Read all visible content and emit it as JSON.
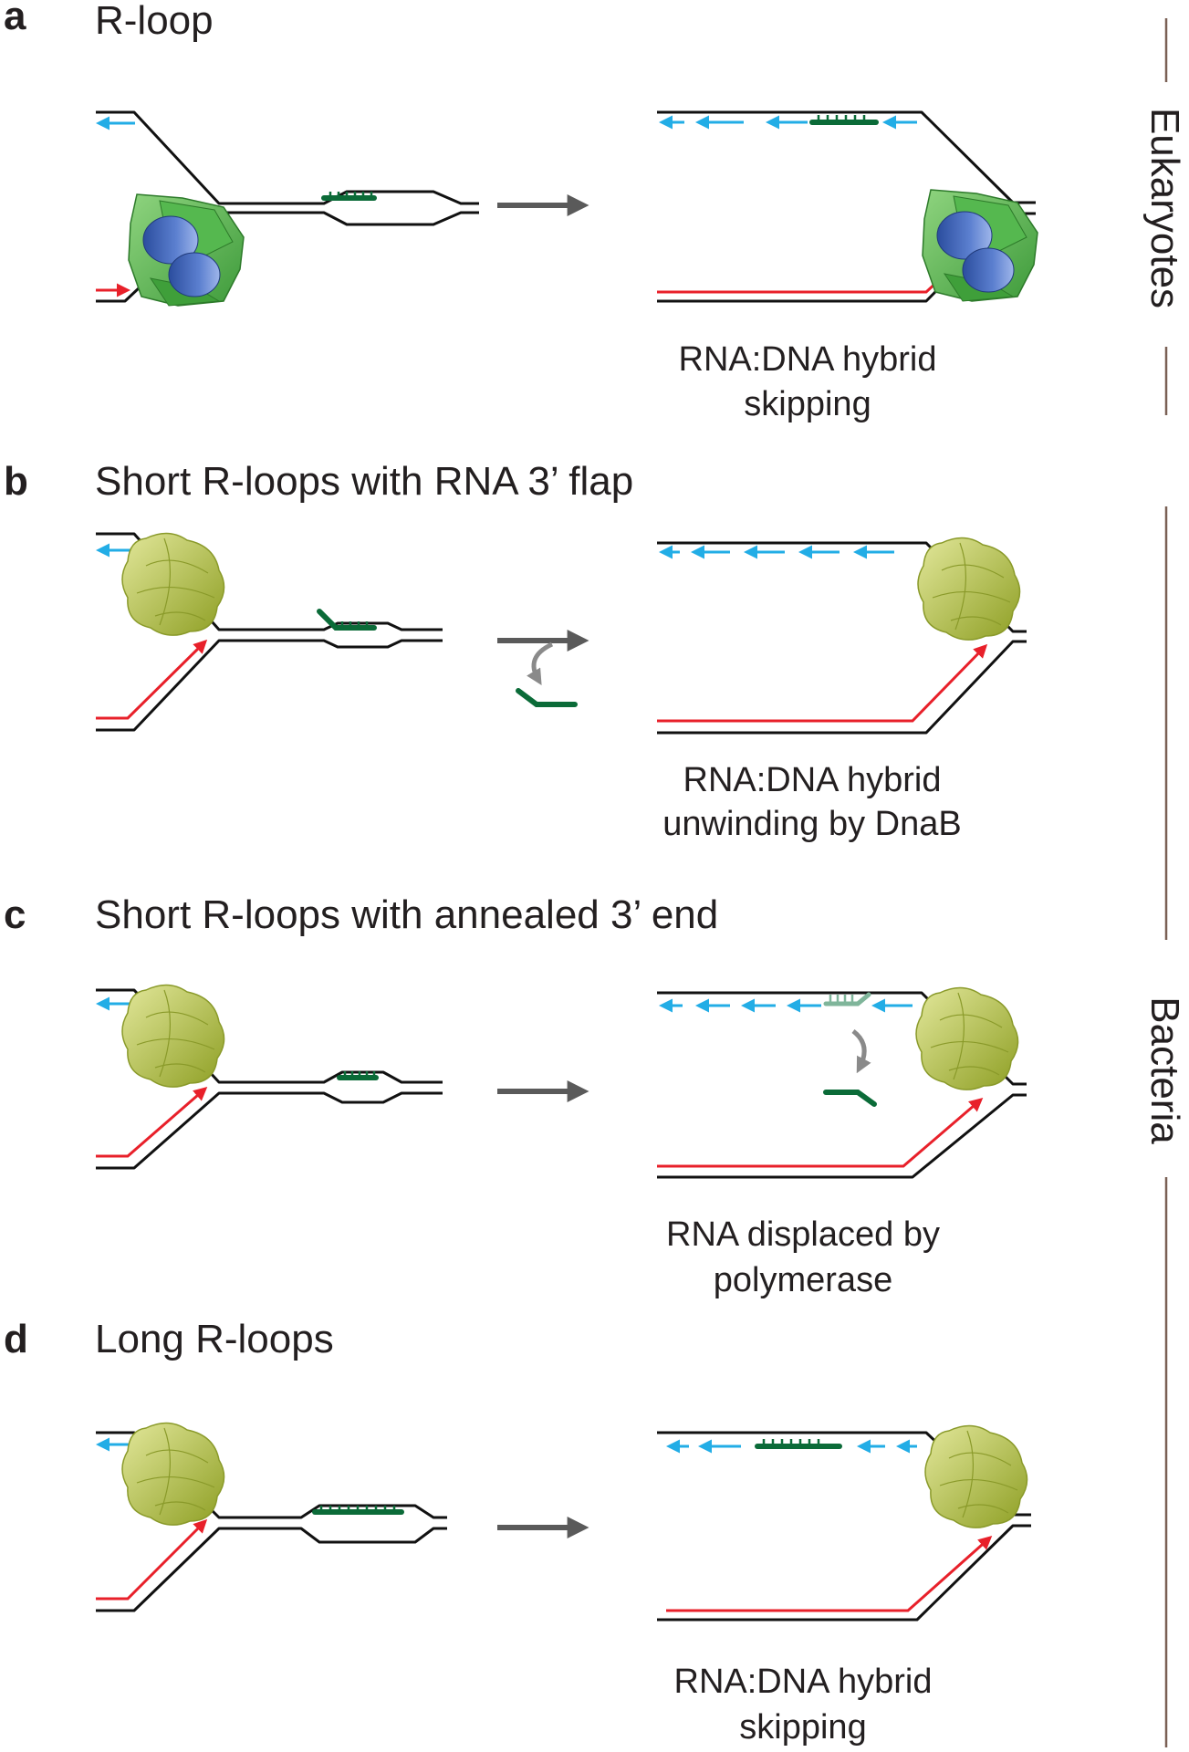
{
  "panels": [
    {
      "letter": "a",
      "title": "R-loop",
      "caption": [
        "RNA:DNA hybrid",
        "skipping"
      ]
    },
    {
      "letter": "b",
      "title": "Short R-loops with RNA 3’ flap",
      "caption": [
        "RNA:DNA hybrid",
        "unwinding by DnaB"
      ]
    },
    {
      "letter": "c",
      "title": "Short R-loops with annealed 3’ end",
      "caption": [
        "RNA displaced by",
        "polymerase"
      ]
    },
    {
      "letter": "d",
      "title": "Long R-loops",
      "caption": [
        "RNA:DNA hybrid",
        "skipping"
      ]
    }
  ],
  "side_labels": {
    "top": "Eukaryotes",
    "bottom": "Bacteria"
  },
  "colors": {
    "dna": "#111111",
    "leading_strand": "#e8202a",
    "lagging_strand": "#22ade6",
    "rna": "#0b6b38",
    "eukaryotic_helicase": [
      "#4cb848",
      "#3a5fb0"
    ],
    "bacterial_helicase": "#b5c33a",
    "arrow": "#5a5a5a"
  }
}
